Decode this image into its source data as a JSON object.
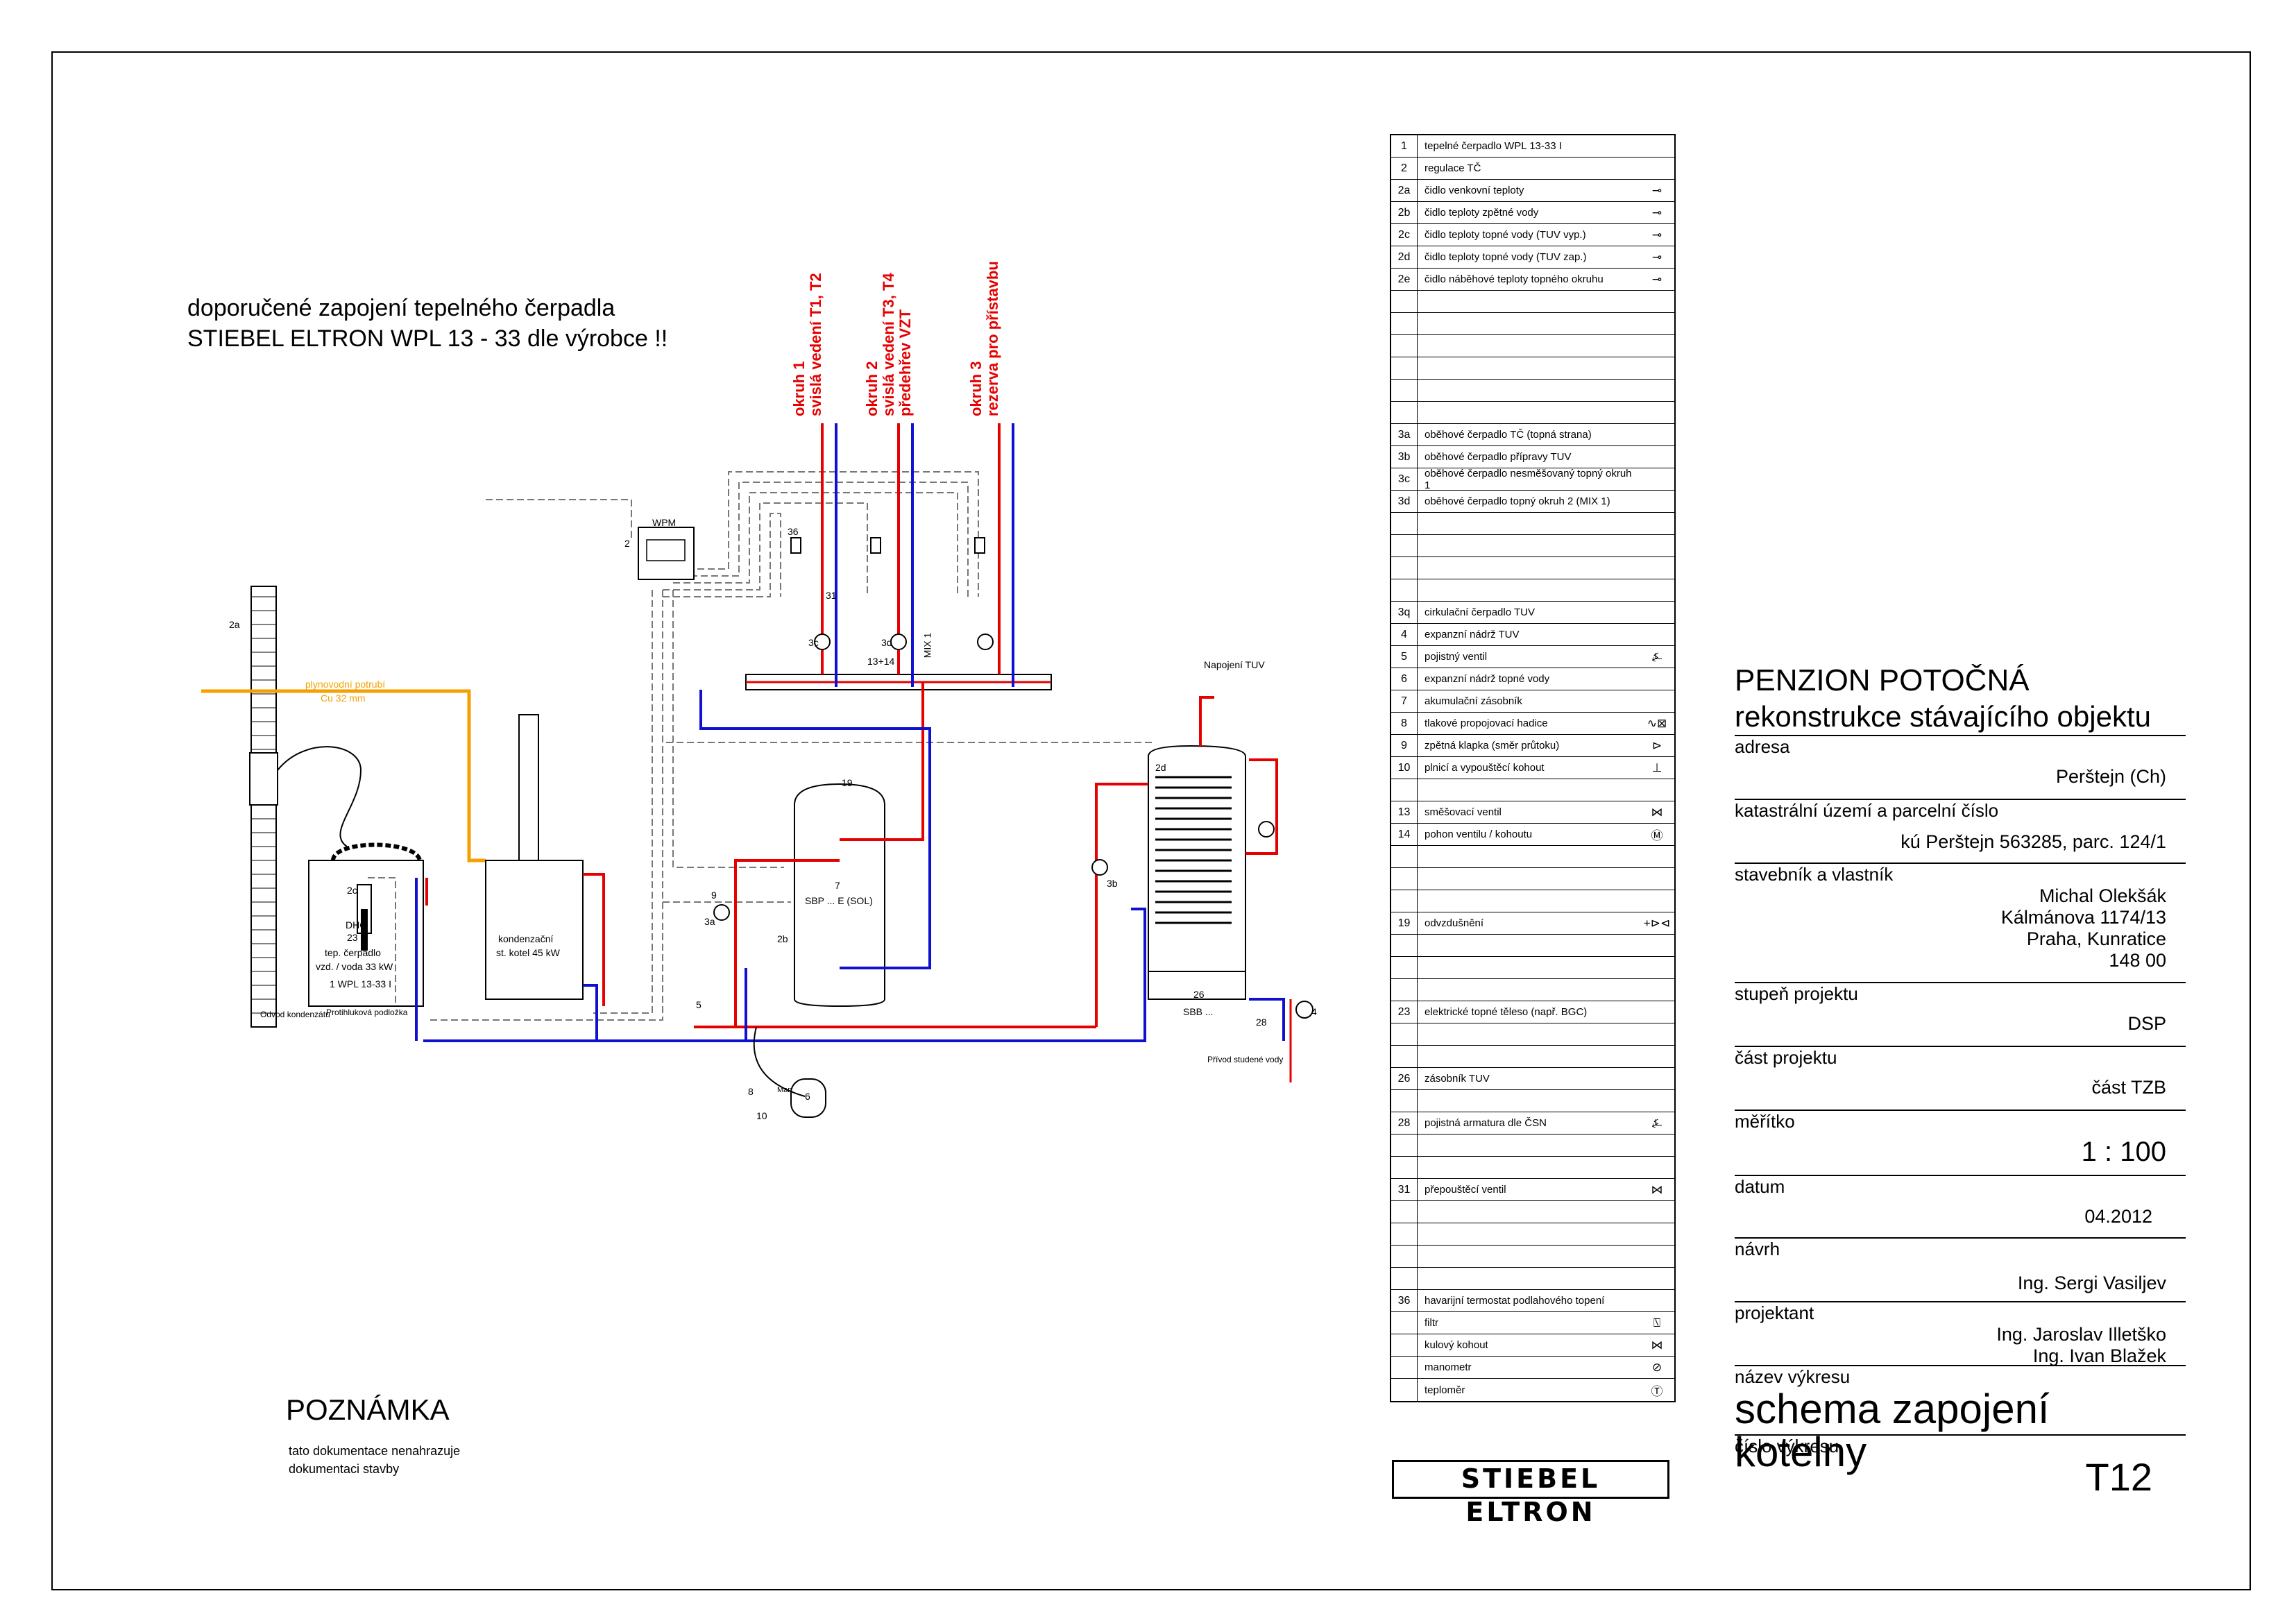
{
  "heading": {
    "line1": "doporučené zapojení tepelného čerpadla",
    "line2": "STIEBEL ELTRON WPL 13 - 33 dle výrobce !!"
  },
  "circuits": [
    {
      "line1": "okruh 1",
      "line2": "svislá vedení T1, T2"
    },
    {
      "line1": "okruh 2",
      "line2": "svislá vedení T3, T4",
      "line3": "předehřev VZT"
    },
    {
      "line1": "okruh 3",
      "line2": "rezerva pro přístavbu"
    }
  ],
  "labels": {
    "gas_line": "plynovodní potrubí",
    "gas_size": "Cu 32 mm",
    "hp_1": "tep. čerpadlo",
    "hp_2": "vzd. / voda 33 kW",
    "hp_3": "1  WPL 13-33 I",
    "boiler_1": "kondenzační",
    "boiler_2": "st. kotel 45 kW",
    "sbp": "SBP ... E (SOL)",
    "sbb": "SBB ...",
    "napojeni_tuv": "Napojení TUV",
    "privod": "Přívod studené vody",
    "odvod": "Odvod kondenzátu",
    "podlozka": "Protihluková podložka",
    "wpm": "WPM",
    "mix1": "MIX 1",
    "n2": "2",
    "n2a": "2a",
    "n2b": "2b",
    "n2c": "2c",
    "n2d": "2d",
    "n3a": "3a",
    "n3b": "3b",
    "n3c": "3c",
    "n3d": "3d",
    "n4": "4",
    "n5": "5",
    "n6": "6",
    "n7": "7",
    "n8": "8",
    "n9": "9",
    "n10": "10",
    "n19": "19",
    "n23": "23",
    "n26": "26",
    "n28": "28",
    "n31": "31",
    "n36": "36",
    "n1314": "13+14",
    "dhc": "DHC",
    "man": "Man."
  },
  "poznamka": {
    "title": "POZNÁMKA",
    "line1": "tato dokumentace nenahrazuje",
    "line2": "dokumentaci stavby"
  },
  "legend": [
    {
      "no": "1",
      "text": "tepelné čerpadlo WPL 13-33 I",
      "sym": ""
    },
    {
      "no": "2",
      "text": "regulace TČ",
      "sym": ""
    },
    {
      "no": "2a",
      "text": "čidlo venkovní teploty",
      "sym": "⊸"
    },
    {
      "no": "2b",
      "text": "čidlo teploty zpětné vody",
      "sym": "⊸"
    },
    {
      "no": "2c",
      "text": "čidlo teploty topné vody (TUV vyp.)",
      "sym": "⊸"
    },
    {
      "no": "2d",
      "text": "čidlo teploty topné vody (TUV zap.)",
      "sym": "⊸"
    },
    {
      "no": "2e",
      "text": "čidlo náběhové teploty topného okruhu",
      "sym": "⊸"
    },
    {
      "no": "",
      "text": "",
      "sym": ""
    },
    {
      "no": "",
      "text": "",
      "sym": ""
    },
    {
      "no": "",
      "text": "",
      "sym": ""
    },
    {
      "no": "",
      "text": "",
      "sym": ""
    },
    {
      "no": "",
      "text": "",
      "sym": ""
    },
    {
      "no": "",
      "text": "",
      "sym": ""
    },
    {
      "no": "3a",
      "text": "oběhové čerpadlo TČ (topná strana)",
      "sym": ""
    },
    {
      "no": "3b",
      "text": "oběhové čerpadlo přípravy TUV",
      "sym": ""
    },
    {
      "no": "3c",
      "text": "oběhové čerpadlo nesměšovaný topný okruh 1",
      "sym": ""
    },
    {
      "no": "3d",
      "text": "oběhové čerpadlo topný okruh 2 (MIX 1)",
      "sym": ""
    },
    {
      "no": "",
      "text": "",
      "sym": ""
    },
    {
      "no": "",
      "text": "",
      "sym": ""
    },
    {
      "no": "",
      "text": "",
      "sym": ""
    },
    {
      "no": "",
      "text": "",
      "sym": ""
    },
    {
      "no": "3q",
      "text": "cirkulační čerpadlo TUV",
      "sym": ""
    },
    {
      "no": "4",
      "text": "expanzní nádrž TUV",
      "sym": ""
    },
    {
      "no": "5",
      "text": "pojistný ventil",
      "sym": "⍼"
    },
    {
      "no": "6",
      "text": "expanzní nádrž topné vody",
      "sym": ""
    },
    {
      "no": "7",
      "text": "akumulační zásobník",
      "sym": ""
    },
    {
      "no": "8",
      "text": "tlakové propojovací hadice",
      "sym": "∿⊠"
    },
    {
      "no": "9",
      "text": "zpětná klapka (směr průtoku)",
      "sym": "⊳"
    },
    {
      "no": "10",
      "text": "plnicí a vypouštěcí kohout",
      "sym": "⊥"
    },
    {
      "no": "",
      "text": "",
      "sym": ""
    },
    {
      "no": "13",
      "text": "směšovací ventil",
      "sym": "⋈"
    },
    {
      "no": "14",
      "text": "pohon ventilu / kohoutu",
      "sym": "Ⓜ"
    },
    {
      "no": "",
      "text": "",
      "sym": ""
    },
    {
      "no": "",
      "text": "",
      "sym": ""
    },
    {
      "no": "",
      "text": "",
      "sym": ""
    },
    {
      "no": "19",
      "text": "odvzdušnění",
      "sym": "+⊳⊲"
    },
    {
      "no": "",
      "text": "",
      "sym": ""
    },
    {
      "no": "",
      "text": "",
      "sym": ""
    },
    {
      "no": "",
      "text": "",
      "sym": ""
    },
    {
      "no": "23",
      "text": "elektrické topné těleso (např. BGC)",
      "sym": ""
    },
    {
      "no": "",
      "text": "",
      "sym": ""
    },
    {
      "no": "",
      "text": "",
      "sym": ""
    },
    {
      "no": "26",
      "text": "zásobník TUV",
      "sym": ""
    },
    {
      "no": "",
      "text": "",
      "sym": ""
    },
    {
      "no": "28",
      "text": "pojistná armatura dle ČSN",
      "sym": "⍼"
    },
    {
      "no": "",
      "text": "",
      "sym": ""
    },
    {
      "no": "",
      "text": "",
      "sym": ""
    },
    {
      "no": "31",
      "text": "přepouštěcí ventil",
      "sym": "⋈"
    },
    {
      "no": "",
      "text": "",
      "sym": ""
    },
    {
      "no": "",
      "text": "",
      "sym": ""
    },
    {
      "no": "",
      "text": "",
      "sym": ""
    },
    {
      "no": "",
      "text": "",
      "sym": ""
    },
    {
      "no": "36",
      "text": "havarijní termostat podlahového topení",
      "sym": ""
    },
    {
      "no": "",
      "text": "filtr",
      "sym": "⍂"
    },
    {
      "no": "",
      "text": "kulový kohout",
      "sym": "⋈"
    },
    {
      "no": "",
      "text": "manometr",
      "sym": "⊘"
    },
    {
      "no": "",
      "text": "teploměr",
      "sym": "Ⓣ"
    }
  ],
  "logo": "STIEBEL ELTRON",
  "title_block": {
    "project": "PENZION POTOČNÁ",
    "subtitle": "rekonstrukce stávajícího objektu",
    "address_label": "adresa",
    "address": "Perštejn (Ch)",
    "cadastre_label": "katastrální území a parcelní číslo",
    "cadastre": "kú Perštejn 563285, parc. 124/1",
    "owner_label": "stavebník a vlastník",
    "owner_1": "Michal Olekšák",
    "owner_2": "Kálmánova 1174/13",
    "owner_3": "Praha, Kunratice",
    "owner_4": "148 00",
    "stage_label": "stupeň projektu",
    "stage": "DSP",
    "part_label": "část projektu",
    "part": "část TZB",
    "scale_label": "měřítko",
    "scale": "1 : 100",
    "date_label": "datum",
    "date": "04.2012",
    "design_label": "návrh",
    "design": "Ing. Sergi Vasiljev",
    "designer_label": "projektant",
    "designer_1": "Ing. Jaroslav Illetško",
    "designer_2": "Ing. Ivan Blažek",
    "drawing_label": "název výkresu",
    "drawing": "schema zapojení kotelny",
    "number_label": "číslo výkresu",
    "number": "T12"
  },
  "colors": {
    "supply": "#e60000",
    "return": "#1010d0",
    "gas": "#f5a000",
    "signal": "#777777"
  }
}
